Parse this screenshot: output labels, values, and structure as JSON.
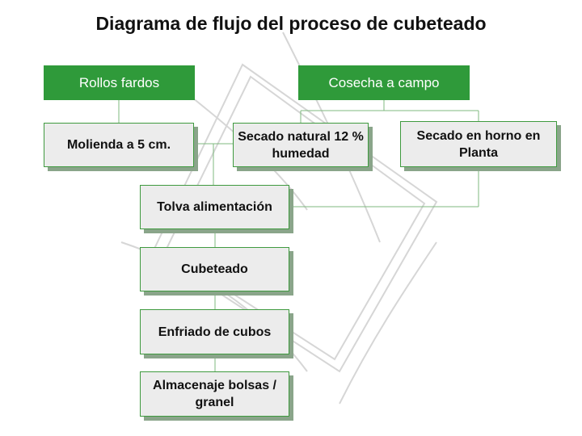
{
  "title": "Diagrama de flujo del proceso de cubeteado",
  "colors": {
    "header_fill": "#2f9a3a",
    "box_fill": "#ececec",
    "connector": "#7fb87f",
    "shadow": "#8aa58a"
  },
  "nodes": {
    "rollos_fardos": "Rollos fardos",
    "cosecha_a_campo": "Cosecha a campo",
    "molienda": "Molienda a 5 cm.",
    "secado_natural": "Secado natural 12 % humedad",
    "secado_horno": "Secado en horno en Planta",
    "tolva": "Tolva alimentación",
    "cubeteado": "Cubeteado",
    "enfriado": "Enfriado de cubos",
    "almacenaje": "Almacenaje bolsas / granel"
  }
}
